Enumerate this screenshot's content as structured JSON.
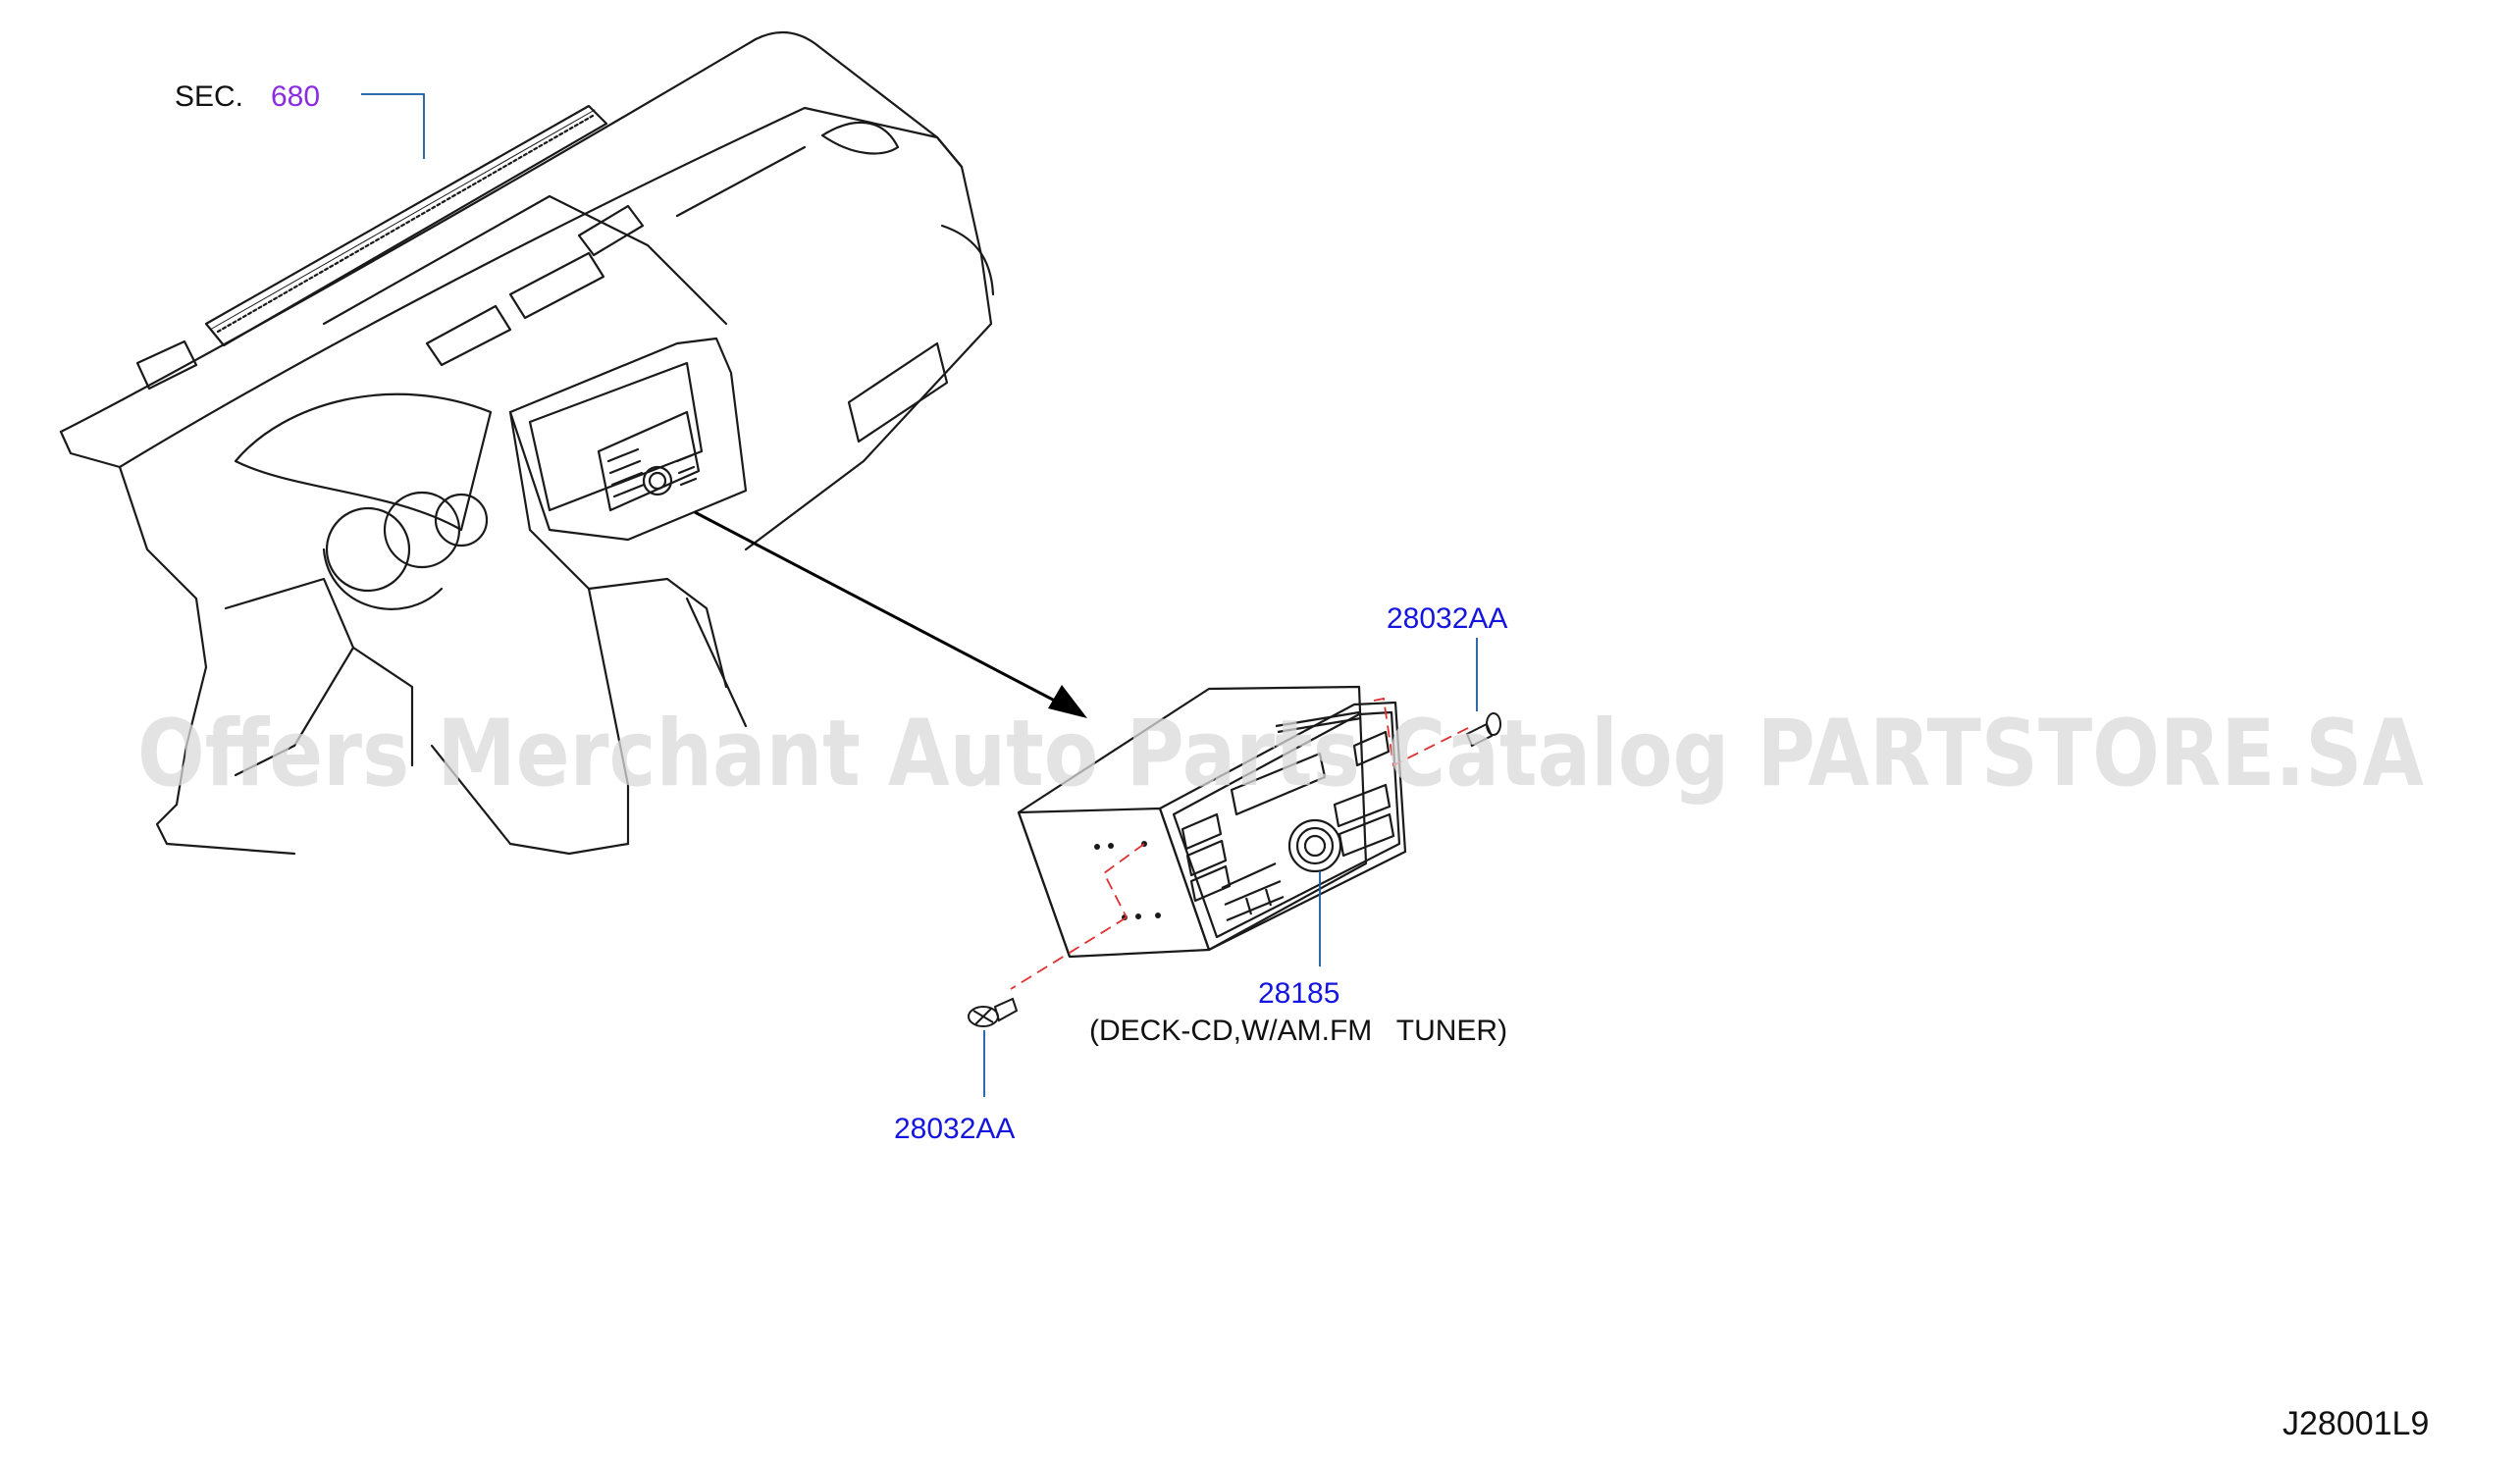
{
  "section_ref": {
    "prefix": "SEC.",
    "number": "680"
  },
  "callouts": {
    "bolt_top": "28032AA",
    "bolt_bottom": "28032AA",
    "part_number": "28185",
    "part_description": "(DECK-CD,W/AM.FM   TUNER)"
  },
  "drawing_code": "J28001L9",
  "watermark": "Offers Merchant Auto Parts Catalog PARTSTORE.SA",
  "colors": {
    "line": "#1a1a1a",
    "callout_text": "#1515e0",
    "section_text": "#8a2be2",
    "leader": "#1a5aa0",
    "dash": "#e03030"
  }
}
